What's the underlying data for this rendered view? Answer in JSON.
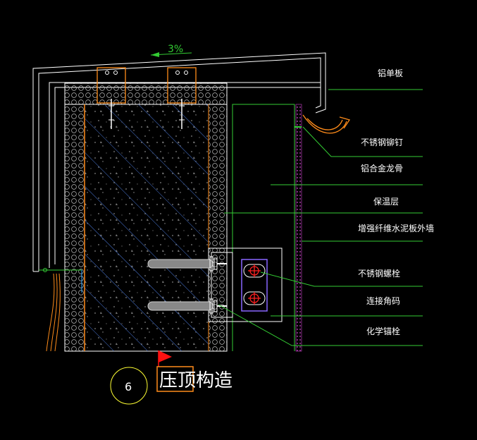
{
  "drawing": {
    "slope_label": "3%",
    "detail_number": "6",
    "title": "压顶构造",
    "labels": [
      "铝单板",
      "不锈钢铆钉",
      "铝合金龙骨",
      "保温层",
      "增强纤维水泥板外墙",
      "不锈钢螺栓",
      "连接角码",
      "化学锚栓"
    ]
  },
  "colors": {
    "background": "#000000",
    "line": "#ffffff",
    "leader": "#33cc33",
    "accent_orange": "#ff8c1a",
    "hatch": "#6699ff",
    "bolt_red": "#ff2222",
    "flag": "#ff1111",
    "circle": "#ffff33"
  }
}
